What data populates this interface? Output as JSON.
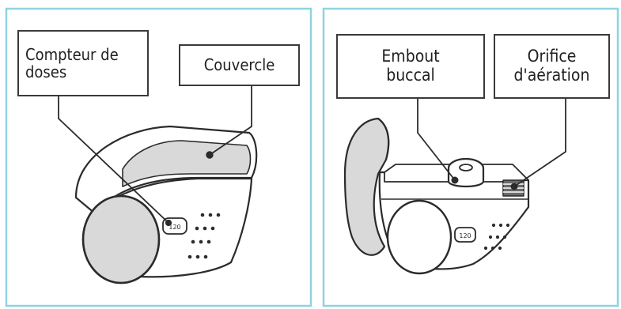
{
  "panels": [
    {
      "labels": {
        "dose_counter": [
          "Compteur de",
          "doses"
        ],
        "cover": "Couvercle"
      },
      "counter_display": "120"
    },
    {
      "labels": {
        "mouthpiece": [
          "Embout",
          "buccal"
        ],
        "air_vent": [
          "Orifice",
          "d'aération"
        ]
      },
      "counter_display": "120"
    }
  ],
  "colors": {
    "frame": "#8fd3df",
    "outline": "#2b2b2b",
    "fill_light": "#ffffff",
    "fill_shade": "#d9d9d9"
  }
}
